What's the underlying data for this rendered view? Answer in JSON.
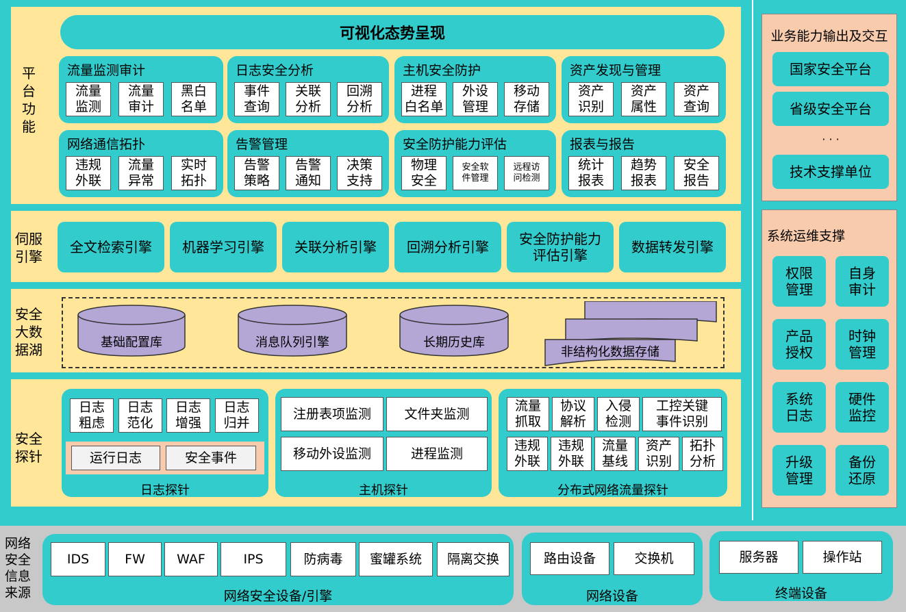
{
  "platform": {
    "label": "平台\n功能",
    "banner": "可视化态势呈现",
    "groups": [
      {
        "title": "流量监测审计",
        "items": [
          "流量\n监测",
          "流量\n审计",
          "黑白\n名单"
        ]
      },
      {
        "title": "日志安全分析",
        "items": [
          "事件\n查询",
          "关联\n分析",
          "回溯\n分析"
        ]
      },
      {
        "title": "主机安全防护",
        "items": [
          "进程\n白名单",
          "外设\n管理",
          "移动\n存储"
        ]
      },
      {
        "title": "资产发现与管理",
        "items": [
          "资产\n识别",
          "资产\n属性",
          "资产\n查询"
        ]
      },
      {
        "title": "网络通信拓扑",
        "items": [
          "违规\n外联",
          "流量\n异常",
          "实时\n拓扑"
        ]
      },
      {
        "title": "告警管理",
        "items": [
          "告警\n策略",
          "告警\n通知",
          "决策\n支持"
        ]
      },
      {
        "title": "安全防护能力评估",
        "items": [
          "物理\n安全",
          "安全软\n件管理",
          "远程访\n问检测"
        ]
      },
      {
        "title": "报表与报告",
        "items": [
          "统计\n报表",
          "趋势\n报表",
          "安全\n报告"
        ]
      }
    ]
  },
  "servo": {
    "label": "伺服\n引擎",
    "engines": [
      "全文检索引擎",
      "机器学习引擎",
      "关联分析引擎",
      "回溯分析引擎",
      "安全防护能力\n评估引擎",
      "数据转发引擎"
    ]
  },
  "lake": {
    "label": "安全\n大数\n据湖",
    "stores": [
      "基础配置库",
      "消息队列引擎",
      "长期历史库",
      "非结构化数据存储"
    ]
  },
  "probe": {
    "label": "安全\n探针",
    "log": {
      "title": "日志探针",
      "items": [
        "日志\n粗虑",
        "日志\n范化",
        "日志\n增强",
        "日志\n归并"
      ],
      "sub": [
        "运行日志",
        "安全事件"
      ]
    },
    "host": {
      "title": "主机探针",
      "items": [
        "注册表项监测",
        "文件夹监测",
        "移动外设监测",
        "进程监测"
      ]
    },
    "net": {
      "title": "分布式网络流量探针",
      "row1": [
        "流量\n抓取",
        "协议\n解析",
        "入侵\n检测",
        "工控关键\n事件识别"
      ],
      "row2": [
        "违规\n外联",
        "违规\n外联",
        "流量\n基线",
        "资产\n识别",
        "拓扑\n分析"
      ]
    }
  },
  "right": {
    "output": {
      "title": "业务能力输出及交互",
      "items": [
        "国家安全平台",
        "省级安全平台",
        "技术支撑单位"
      ],
      "ellipsis": "· · ·"
    },
    "ops": {
      "title": "系统运维支撑",
      "items": [
        "权限\n管理",
        "自身\n审计",
        "产品\n授权",
        "时钟\n管理",
        "系统\n日志",
        "硬件\n监控",
        "升级\n管理",
        "备份\n还原"
      ]
    }
  },
  "sources": {
    "label": "网络\n安全\n信息\n来源",
    "security": {
      "title": "网络安全设备/引擎",
      "items": [
        "IDS",
        "FW",
        "WAF",
        "IPS",
        "防病毒",
        "蜜罐系统",
        "隔离交换"
      ]
    },
    "network": {
      "title": "网络设备",
      "items": [
        "路由设备",
        "交换机"
      ]
    },
    "terminal": {
      "title": "终端设备",
      "items": [
        "服务器",
        "操作站"
      ]
    }
  },
  "colors": {
    "band": "#FFE699",
    "teal": "#33CCCC",
    "peach": "#F8CBAD",
    "cylinder": "#B4A7D6",
    "bottom": "#C8C8C8"
  }
}
